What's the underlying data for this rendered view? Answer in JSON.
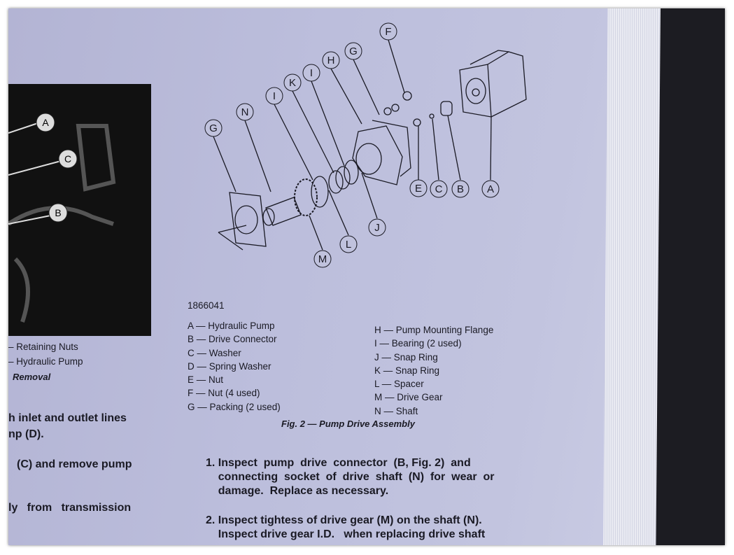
{
  "figure_left": {
    "callouts": [
      "A",
      "C",
      "B"
    ],
    "legend": [
      "– Retaining Nuts",
      "– Hydraulic Pump"
    ],
    "caption_fragment": "Removal"
  },
  "figure_main": {
    "number": "1866041",
    "callouts": [
      "F",
      "G",
      "H",
      "I",
      "K",
      "I",
      "N",
      "G",
      "E",
      "C",
      "B",
      "A",
      "J",
      "L",
      "M"
    ],
    "legend_left": [
      "A — Hydraulic Pump",
      "B — Drive Connector",
      "C — Washer",
      "D — Spring Washer",
      "E — Nut",
      "F — Nut (4 used)",
      "G — Packing (2 used)"
    ],
    "legend_right": [
      "H — Pump Mounting Flange",
      "I  — Bearing (2 used)",
      "J — Snap Ring",
      "K — Snap Ring",
      "L — Spacer",
      "M — Drive Gear",
      "N — Shaft"
    ],
    "caption": "Fig. 2 — Pump Drive Assembly"
  },
  "left_column_text": [
    "h inlet and outlet lines",
    "np (D).",
    "(C) and remove pump",
    "ly   from   transmission"
  ],
  "steps": [
    {
      "lines": [
        "1. Inspect  pump  drive  connector  (B, Fig. 2)  and",
        "    connecting  socket  of  drive  shaft  (N)  for  wear  or",
        "    damage.  Replace as necessary."
      ]
    },
    {
      "lines": [
        "2. Inspect tightess of drive gear (M) on the shaft (N).",
        "    Inspect drive gear I.D.   when replacing drive shaft"
      ]
    }
  ],
  "colors": {
    "paper": "#bcbedc",
    "ink": "#1a1a24",
    "photo": "#111111",
    "background": "#1c1c22"
  }
}
